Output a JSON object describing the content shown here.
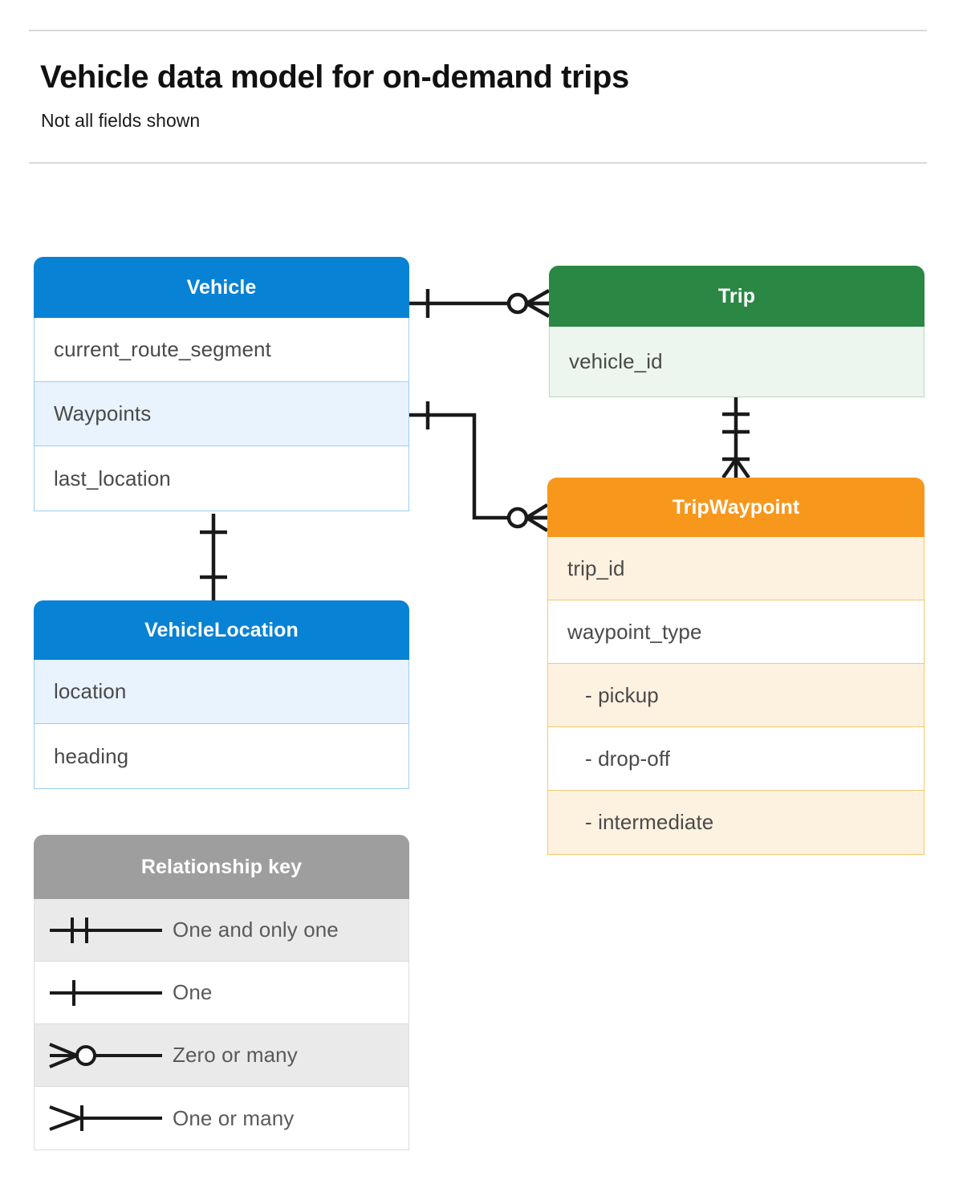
{
  "header": {
    "title": "Vehicle data model for on-demand trips",
    "subtitle": "Not all fields shown"
  },
  "colors": {
    "blue": "#0782d4",
    "blue_row": "#e8f3fd",
    "blue_border": "#9bcef2",
    "green": "#2a8744",
    "green_row": "#ecf5ee",
    "green_border": "#b5ddc0",
    "orange": "#f7981d",
    "orange_row": "#fdf2e0",
    "orange_border": "#f7c86a",
    "grey": "#9e9e9e",
    "grey_row": "#eaeaea",
    "line": "#1a1a1a",
    "rule": "#d9d9d9",
    "text": "#4a4a4a"
  },
  "entities": [
    {
      "id": "vehicle",
      "name": "Vehicle",
      "theme": "blue",
      "fields": [
        {
          "label": "current_route_segment",
          "shaded": false
        },
        {
          "label": "Waypoints",
          "shaded": true
        },
        {
          "label": "last_location",
          "shaded": false
        }
      ]
    },
    {
      "id": "trip",
      "name": "Trip",
      "theme": "green",
      "fields": [
        {
          "label": "vehicle_id",
          "shaded": true
        }
      ]
    },
    {
      "id": "tripwaypoint",
      "name": "TripWaypoint",
      "theme": "orange",
      "fields": [
        {
          "label": "trip_id",
          "shaded": true,
          "indent": false
        },
        {
          "label": "waypoint_type",
          "shaded": false,
          "indent": false
        },
        {
          "label": "-  pickup",
          "shaded": true,
          "indent": true
        },
        {
          "label": "-  drop-off",
          "shaded": false,
          "indent": true
        },
        {
          "label": "-  intermediate",
          "shaded": true,
          "indent": true
        }
      ]
    },
    {
      "id": "vehiclelocation",
      "name": "VehicleLocation",
      "theme": "blue",
      "fields": [
        {
          "label": "location",
          "shaded": true
        },
        {
          "label": "heading",
          "shaded": false
        }
      ]
    }
  ],
  "legend": {
    "title": "Relationship key",
    "items": [
      {
        "symbol": "one-and-only-one-symbol",
        "label": "One and only one",
        "shaded": true
      },
      {
        "symbol": "one-symbol",
        "label": "One",
        "shaded": false
      },
      {
        "symbol": "zero-or-many-symbol",
        "label": "Zero or many",
        "shaded": true
      },
      {
        "symbol": "one-or-many-symbol",
        "label": "One or many",
        "shaded": false
      }
    ]
  },
  "relationships": [
    {
      "id": "vehicle-to-trip",
      "from": "Vehicle",
      "to": "Trip",
      "from_cardinality": "One",
      "to_cardinality": "Zero or many"
    },
    {
      "id": "vehicle-waypoints-to-tripwaypoint",
      "from": "Vehicle.Waypoints",
      "to": "TripWaypoint",
      "from_cardinality": "One",
      "to_cardinality": "Zero or many"
    },
    {
      "id": "trip-to-tripwaypoint",
      "from": "Trip",
      "to": "TripWaypoint",
      "from_cardinality": "One and only one",
      "to_cardinality": "One or many"
    },
    {
      "id": "vehicle-to-vehiclelocation",
      "from": "Vehicle",
      "to": "VehicleLocation",
      "from_cardinality": "One",
      "to_cardinality": "One"
    }
  ]
}
